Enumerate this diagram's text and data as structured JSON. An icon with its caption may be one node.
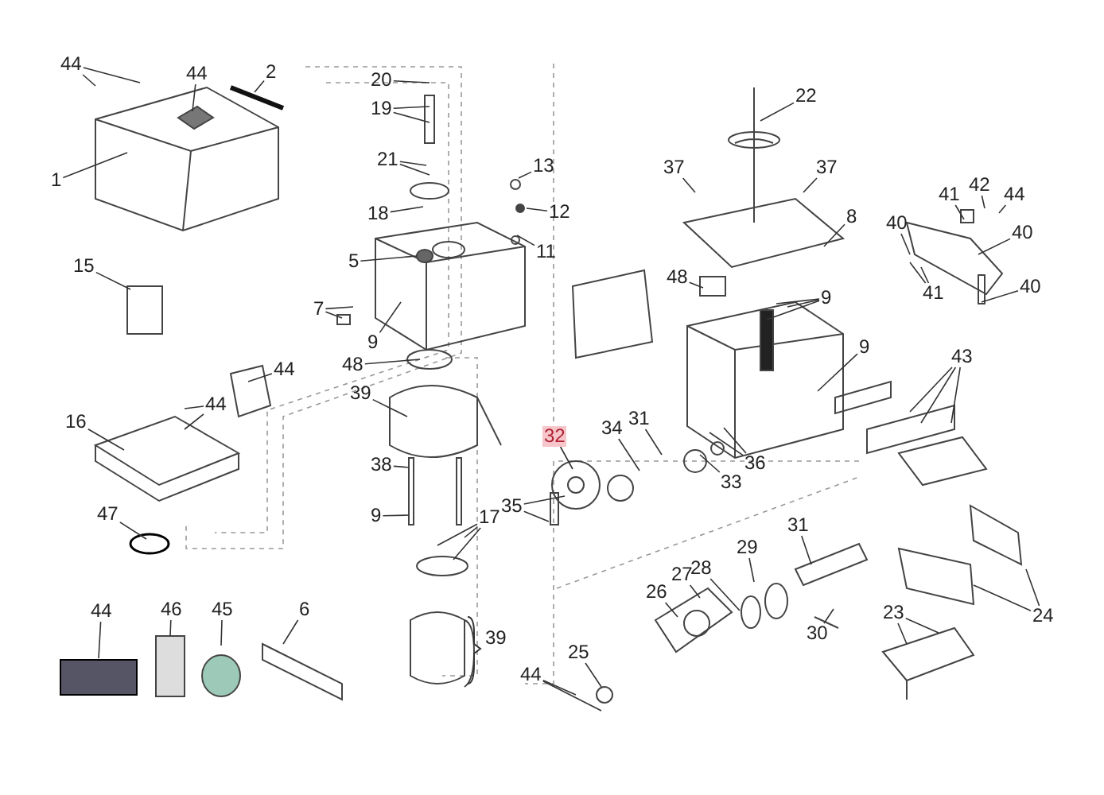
{
  "diagram": {
    "nodes": [
      {
        "text": [
          "44"
        ]
      },
      {
        "text": [
          "44"
        ]
      },
      {
        "text": [
          "2"
        ]
      },
      {
        "text": [
          "1"
        ]
      },
      {
        "text": [
          "20"
        ]
      },
      {
        "text": [
          "19"
        ]
      },
      {
        "text": [
          "21"
        ]
      },
      {
        "text": [
          "18"
        ]
      },
      {
        "text": [
          "5"
        ]
      },
      {
        "text": [
          "13"
        ]
      },
      {
        "text": [
          "12"
        ]
      },
      {
        "text": [
          "11"
        ]
      },
      {
        "text": [
          "7"
        ]
      },
      {
        "text": [
          "9"
        ]
      },
      {
        "text": [
          "15"
        ]
      },
      {
        "text": [
          "48"
        ]
      },
      {
        "text": [
          "44"
        ]
      },
      {
        "text": [
          "44"
        ]
      },
      {
        "text": [
          "39"
        ]
      },
      {
        "text": [
          "16"
        ]
      },
      {
        "text": [
          "38"
        ]
      },
      {
        "text": [
          "9"
        ]
      },
      {
        "text": [
          "47"
        ]
      },
      {
        "text": [
          "17"
        ]
      },
      {
        "text": [
          "44"
        ]
      },
      {
        "text": [
          "46"
        ]
      },
      {
        "text": [
          "45"
        ]
      },
      {
        "text": [
          "6"
        ]
      },
      {
        "text": [
          "39"
        ]
      },
      {
        "text": [
          "44"
        ]
      },
      {
        "text": [
          "25"
        ]
      },
      {
        "text": [
          "26"
        ]
      },
      {
        "text": [
          "27"
        ]
      },
      {
        "text": [
          "28"
        ]
      },
      {
        "text": [
          "29"
        ]
      },
      {
        "text": [
          "31"
        ]
      },
      {
        "text": [
          "30"
        ]
      },
      {
        "text": [
          "23"
        ]
      },
      {
        "text": [
          "24"
        ]
      },
      {
        "text": [
          "32"
        ]
      },
      {
        "text": [
          "34"
        ]
      },
      {
        "text": [
          "31"
        ]
      },
      {
        "text": [
          "35"
        ]
      },
      {
        "text": [
          "33"
        ]
      },
      {
        "text": [
          "36"
        ]
      },
      {
        "text": [
          "22"
        ]
      },
      {
        "text": [
          "37"
        ]
      },
      {
        "text": [
          "37"
        ]
      },
      {
        "text": [
          "8"
        ]
      },
      {
        "text": [
          "48"
        ]
      },
      {
        "text": [
          "9"
        ]
      },
      {
        "text": [
          "9"
        ]
      },
      {
        "text": [
          "43"
        ]
      },
      {
        "text": [
          "40"
        ]
      },
      {
        "text": [
          "41"
        ]
      },
      {
        "text": [
          "42"
        ]
      },
      {
        "text": [
          "44"
        ]
      },
      {
        "text": [
          "40"
        ]
      },
      {
        "text": [
          "41"
        ]
      },
      {
        "text": [
          "40"
        ]
      }
    ],
    "edges": [
      {
        "from": 0,
        "to": null,
        "arrow": "none"
      },
      {
        "from": 0,
        "to": null,
        "arrow": "none"
      },
      {
        "from": 1,
        "to": null,
        "arrow": "none"
      },
      {
        "from": 2,
        "to": null,
        "arrow": "none"
      },
      {
        "from": 3,
        "to": null,
        "arrow": "none"
      },
      {
        "from": 4,
        "to": null,
        "arrow": "none"
      },
      {
        "from": 5,
        "to": null,
        "arrow": "none"
      },
      {
        "from": 5,
        "to": null,
        "arrow": "none"
      },
      {
        "from": 6,
        "to": null,
        "arrow": "none"
      },
      {
        "from": 6,
        "to": null,
        "arrow": "none"
      },
      {
        "from": 7,
        "to": null,
        "arrow": "none"
      },
      {
        "from": 8,
        "to": null,
        "arrow": "none"
      },
      {
        "from": 9,
        "to": null,
        "arrow": "none"
      },
      {
        "from": 10,
        "to": null,
        "arrow": "none"
      },
      {
        "from": 11,
        "to": null,
        "arrow": "none"
      },
      {
        "from": 12,
        "to": null,
        "arrow": "none"
      },
      {
        "from": 12,
        "to": null,
        "arrow": "none"
      },
      {
        "from": 13,
        "to": null,
        "arrow": "none"
      },
      {
        "from": 14,
        "to": null,
        "arrow": "none"
      },
      {
        "from": 15,
        "to": null,
        "arrow": "none"
      },
      {
        "from": 16,
        "to": null,
        "arrow": "none"
      },
      {
        "from": 17,
        "to": null,
        "arrow": "none"
      },
      {
        "from": 17,
        "to": null,
        "arrow": "none"
      },
      {
        "from": 18,
        "to": null,
        "arrow": "none"
      },
      {
        "from": 19,
        "to": null,
        "arrow": "none"
      },
      {
        "from": 20,
        "to": null,
        "arrow": "none"
      },
      {
        "from": 21,
        "to": null,
        "arrow": "none"
      },
      {
        "from": 22,
        "to": null,
        "arrow": "none"
      },
      {
        "from": 23,
        "to": null,
        "arrow": "none"
      },
      {
        "from": 23,
        "to": null,
        "arrow": "none"
      },
      {
        "from": 23,
        "to": null,
        "arrow": "none"
      },
      {
        "from": 24,
        "to": null,
        "arrow": "none"
      },
      {
        "from": 25,
        "to": null,
        "arrow": "none"
      },
      {
        "from": 26,
        "to": null,
        "arrow": "none"
      },
      {
        "from": 27,
        "to": null,
        "arrow": "none"
      },
      {
        "from": 29,
        "to": null,
        "arrow": "none"
      },
      {
        "from": 29,
        "to": null,
        "arrow": "none"
      },
      {
        "from": 30,
        "to": null,
        "arrow": "none"
      },
      {
        "from": 31,
        "to": null,
        "arrow": "none"
      },
      {
        "from": 32,
        "to": null,
        "arrow": "none"
      },
      {
        "from": 33,
        "to": null,
        "arrow": "none"
      },
      {
        "from": 34,
        "to": null,
        "arrow": "none"
      },
      {
        "from": 35,
        "to": null,
        "arrow": "none"
      },
      {
        "from": 36,
        "to": null,
        "arrow": "none"
      },
      {
        "from": 37,
        "to": null,
        "arrow": "none"
      },
      {
        "from": 37,
        "to": null,
        "arrow": "none"
      },
      {
        "from": 38,
        "to": null,
        "arrow": "none"
      },
      {
        "from": 38,
        "to": null,
        "arrow": "none"
      },
      {
        "from": 39,
        "to": null,
        "arrow": "none"
      },
      {
        "from": 40,
        "to": null,
        "arrow": "none"
      },
      {
        "from": 41,
        "to": null,
        "arrow": "none"
      },
      {
        "from": 42,
        "to": null,
        "arrow": "none"
      },
      {
        "from": 42,
        "to": null,
        "arrow": "none"
      },
      {
        "from": 43,
        "to": null,
        "arrow": "none"
      },
      {
        "from": 44,
        "to": null,
        "arrow": "none"
      },
      {
        "from": 44,
        "to": null,
        "arrow": "none"
      },
      {
        "from": 45,
        "to": null,
        "arrow": "none"
      },
      {
        "from": 46,
        "to": null,
        "arrow": "none"
      },
      {
        "from": 47,
        "to": null,
        "arrow": "none"
      },
      {
        "from": 48,
        "to": null,
        "arrow": "none"
      },
      {
        "from": 49,
        "to": null,
        "arrow": "none"
      },
      {
        "from": 50,
        "to": null,
        "arrow": "none"
      },
      {
        "from": 50,
        "to": null,
        "arrow": "none"
      },
      {
        "from": 50,
        "to": null,
        "arrow": "none"
      },
      {
        "from": 51,
        "to": null,
        "arrow": "none"
      },
      {
        "from": 52,
        "to": null,
        "arrow": "none"
      },
      {
        "from": 52,
        "to": null,
        "arrow": "none"
      },
      {
        "from": 52,
        "to": null,
        "arrow": "none"
      },
      {
        "from": 53,
        "to": null,
        "arrow": "none"
      },
      {
        "from": 54,
        "to": null,
        "arrow": "none"
      },
      {
        "from": 55,
        "to": null,
        "arrow": "none"
      },
      {
        "from": 56,
        "to": null,
        "arrow": "none"
      },
      {
        "from": 57,
        "to": null,
        "arrow": "none"
      },
      {
        "from": 58,
        "to": null,
        "arrow": "none"
      },
      {
        "from": 58,
        "to": null,
        "arrow": "none"
      },
      {
        "from": 59,
        "to": null,
        "arrow": "none"
      }
    ]
  }
}
